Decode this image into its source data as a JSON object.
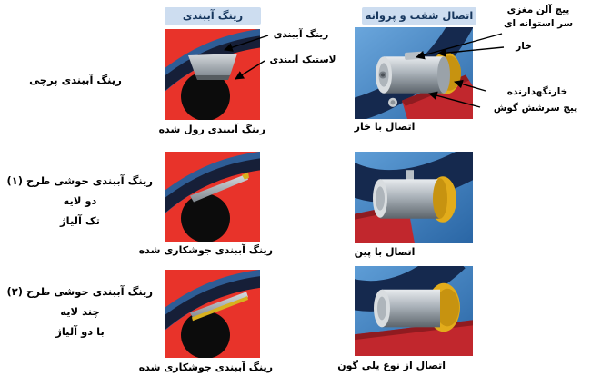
{
  "headers": {
    "sealing": "رینگ آببندی",
    "connection": "اتصال شفت و پروانه"
  },
  "row_labels": [
    {
      "lines": [
        "رینگ آببندی پرچی"
      ]
    },
    {
      "lines": [
        "رینگ آببندی جوشی طرح (۱)",
        "دو لایه",
        "تک آلیاژ"
      ]
    },
    {
      "lines": [
        "رینگ آببندی جوشی طرح (۲)",
        "چند لایه",
        "با دو آلیاژ"
      ]
    }
  ],
  "seal_column": {
    "figures": [
      {
        "caption": "رینگ آببندی رول شده"
      },
      {
        "caption": "رینگ آببندی جوشکاری شده"
      },
      {
        "caption": "رینگ آببندی جوشکاری شده"
      }
    ],
    "annotations": {
      "ring": "رینگ آببندی",
      "rubber": "لاستیک آببندی"
    }
  },
  "connection_column": {
    "figures": [
      {
        "caption": "اتصال با خار"
      },
      {
        "caption": "اتصال با پین"
      },
      {
        "caption": "اتصال از نوع پلی گون"
      }
    ],
    "annotations": {
      "allen_screw": "پیچ آلن مغزی",
      "cylindrical_head": "سر استوانه ای",
      "key": "خار",
      "retainer": "خارنگهدارنده",
      "hex_screw": "پیچ سرشش گوش"
    }
  },
  "colors": {
    "header_bg": "#cdddf0",
    "header_text": "#17375e",
    "seal_bg_red": "#e8332a",
    "connection_bg_blue": "#4d92cf",
    "hub_yellow": "#e2ac1b",
    "plate_red": "#c1272d",
    "navy": "#15294e",
    "text": "#000000"
  }
}
